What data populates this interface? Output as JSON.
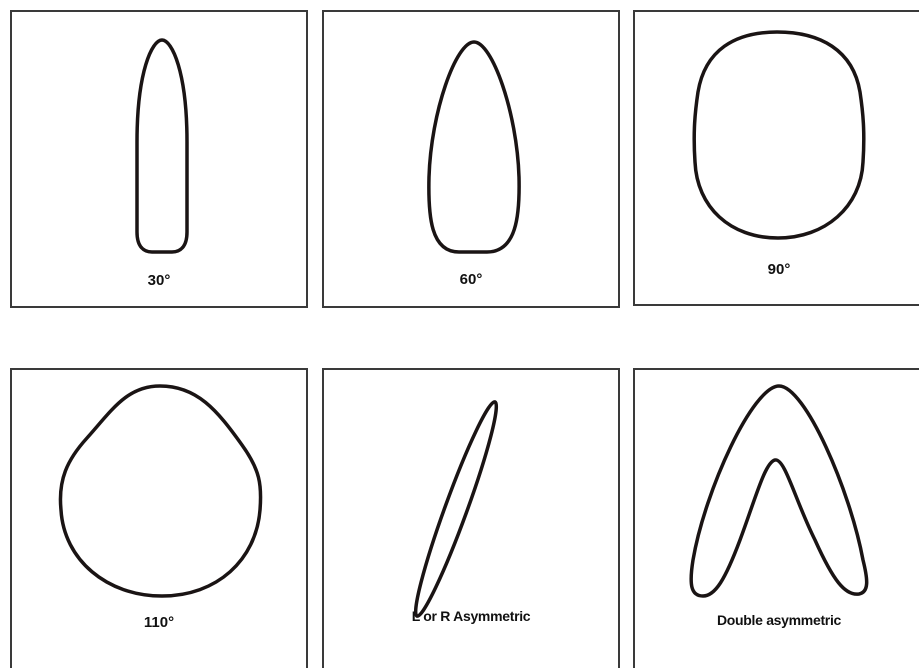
{
  "panels": [
    {
      "label": "30°"
    },
    {
      "label": "60°"
    },
    {
      "label": "90°"
    },
    {
      "label": "110°"
    },
    {
      "label": "L or R Asymmetric"
    },
    {
      "label": "Double asymmetric"
    }
  ],
  "colors": {
    "outline": "#1a1414",
    "border": "#3a3a3a",
    "background": "#ffffff"
  }
}
